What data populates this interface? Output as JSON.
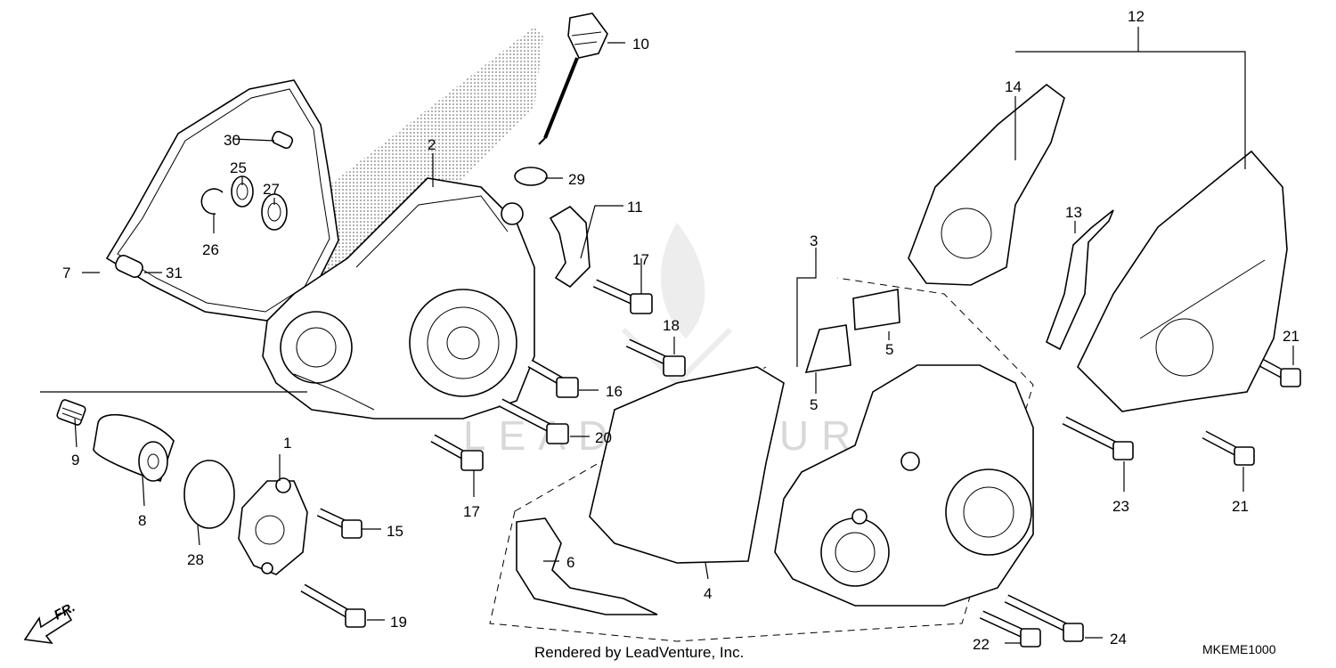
{
  "callouts": [
    {
      "id": "c1",
      "label": "1"
    },
    {
      "id": "c2",
      "label": "2"
    },
    {
      "id": "c3",
      "label": "3"
    },
    {
      "id": "c4",
      "label": "4"
    },
    {
      "id": "c5a",
      "label": "5"
    },
    {
      "id": "c5b",
      "label": "5"
    },
    {
      "id": "c6",
      "label": "6"
    },
    {
      "id": "c7",
      "label": "7"
    },
    {
      "id": "c8",
      "label": "8"
    },
    {
      "id": "c9",
      "label": "9"
    },
    {
      "id": "c10",
      "label": "10"
    },
    {
      "id": "c11",
      "label": "11"
    },
    {
      "id": "c12",
      "label": "12"
    },
    {
      "id": "c13",
      "label": "13"
    },
    {
      "id": "c14",
      "label": "14"
    },
    {
      "id": "c15",
      "label": "15"
    },
    {
      "id": "c16",
      "label": "16"
    },
    {
      "id": "c17a",
      "label": "17"
    },
    {
      "id": "c17b",
      "label": "17"
    },
    {
      "id": "c18",
      "label": "18"
    },
    {
      "id": "c19",
      "label": "19"
    },
    {
      "id": "c20",
      "label": "20"
    },
    {
      "id": "c21a",
      "label": "21"
    },
    {
      "id": "c21b",
      "label": "21"
    },
    {
      "id": "c22",
      "label": "22"
    },
    {
      "id": "c23",
      "label": "23"
    },
    {
      "id": "c24",
      "label": "24"
    },
    {
      "id": "c25",
      "label": "25"
    },
    {
      "id": "c26",
      "label": "26"
    },
    {
      "id": "c27",
      "label": "27"
    },
    {
      "id": "c28",
      "label": "28"
    },
    {
      "id": "c29",
      "label": "29"
    },
    {
      "id": "c30",
      "label": "30"
    },
    {
      "id": "c31",
      "label": "31"
    }
  ],
  "footer": {
    "rendered_by": "Rendered by LeadVenture, Inc.",
    "diagram_code": "MKEME1000",
    "front_indicator": "FR.",
    "watermark": "LEADVENTURE"
  }
}
